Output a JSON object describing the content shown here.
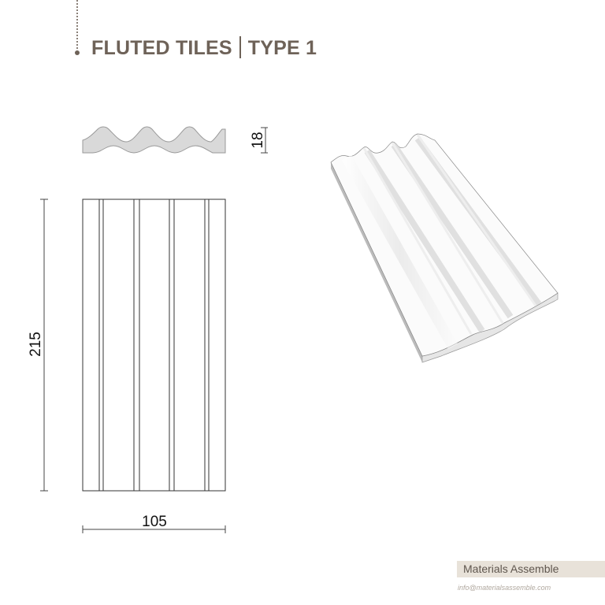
{
  "header": {
    "title_part1": "FLUTED TILES",
    "title_part2": "TYPE 1"
  },
  "dimensions": {
    "thickness": "18",
    "height": "215",
    "width": "105"
  },
  "footer": {
    "brand": "Materials Assemble",
    "email": "info@materialsassemble.com"
  },
  "colors": {
    "title": "#6e6258",
    "brand_bg": "#e8e2d9",
    "profile_fill": "#d9d9d9"
  }
}
